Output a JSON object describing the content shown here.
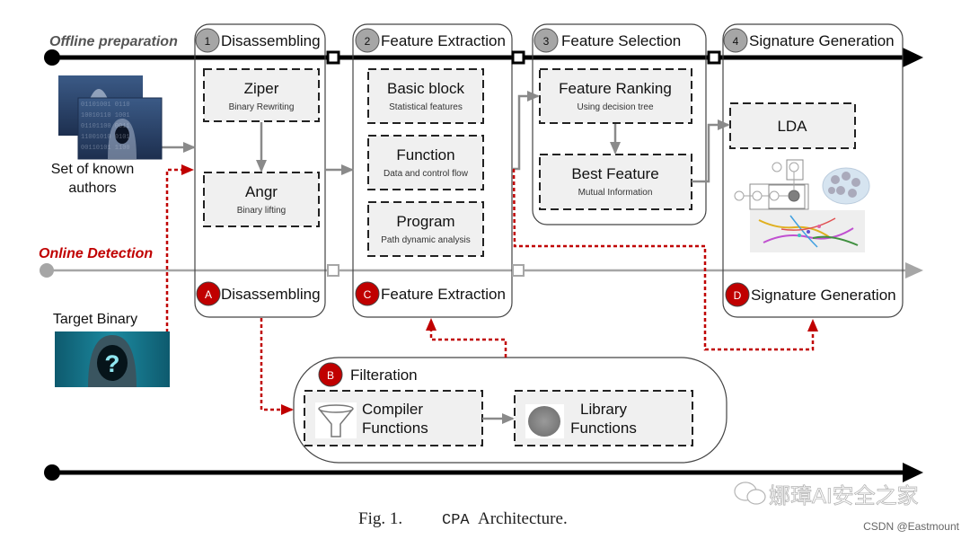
{
  "figure": {
    "caption_prefix": "Fig. 1.",
    "caption_system": "CPA",
    "caption_title": "Architecture."
  },
  "timelines": {
    "offline_label": "Offline preparation",
    "online_label": "Online Detection"
  },
  "inputs": {
    "known_authors_line1": "Set of known",
    "known_authors_line2": "authors",
    "target_binary": "Target Binary"
  },
  "stages": [
    {
      "badge": "1",
      "title": "Disassembling"
    },
    {
      "badge": "2",
      "title": "Feature Extraction"
    },
    {
      "badge": "3",
      "title": "Feature Selection"
    },
    {
      "badge": "4",
      "title": "Signature Generation"
    }
  ],
  "online_stages": [
    {
      "badge": "A",
      "title": "Disassembling"
    },
    {
      "badge": "B",
      "title": "Filteration"
    },
    {
      "badge": "C",
      "title": "Feature Extraction"
    },
    {
      "badge": "D",
      "title": "Signature Generation"
    }
  ],
  "boxes": {
    "ziper": {
      "title": "Ziper",
      "sub": "Binary Rewriting"
    },
    "angr": {
      "title": "Angr",
      "sub": "Binary lifting"
    },
    "basic_block": {
      "title": "Basic block",
      "sub": "Statistical features"
    },
    "function": {
      "title": "Function",
      "sub": "Data and control flow"
    },
    "program": {
      "title": "Program",
      "sub": "Path dynamic analysis"
    },
    "feature_ranking": {
      "title": "Feature Ranking",
      "sub": "Using decision tree"
    },
    "best_feature": {
      "title": "Best Feature",
      "sub": "Mutual Information"
    },
    "lda": {
      "title": "LDA"
    },
    "compiler": {
      "line1": "Compiler",
      "line2": "Functions"
    },
    "library": {
      "line1": "Library",
      "line2": "Functions"
    }
  },
  "watermark": {
    "wechat": "娜璋AI安全之家",
    "csdn": "CSDN @Eastmount"
  },
  "colors": {
    "accent_red": "#c00000",
    "badge_gray": "#a6a6a6",
    "box_fill": "#f0f0f0",
    "online_line": "#a6a6a6"
  }
}
